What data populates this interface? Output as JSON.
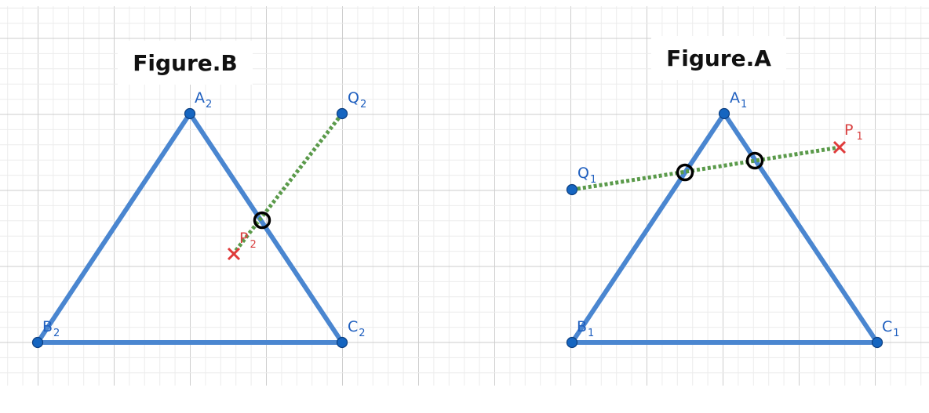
{
  "colors": {
    "triangle": "#4a86d0",
    "point_fill": "#1565c0",
    "point_label": "#1f5fbf",
    "segment": "#5a9a4a",
    "cross": "#e03a3a",
    "cross_label": "#d84040",
    "intersection": "#000000",
    "grid_minor": "#ececec",
    "grid_major": "#cdcdcd"
  },
  "figures": [
    {
      "id": "figure-b",
      "title": "Figure.B",
      "points": [
        {
          "name": "A",
          "sub": "2"
        },
        {
          "name": "B",
          "sub": "2"
        },
        {
          "name": "C",
          "sub": "2"
        },
        {
          "name": "Q",
          "sub": "2"
        }
      ],
      "cross": {
        "name": "P",
        "sub": "2"
      },
      "intersection_count": 1
    },
    {
      "id": "figure-a",
      "title": "Figure.A",
      "points": [
        {
          "name": "A",
          "sub": "1"
        },
        {
          "name": "B",
          "sub": "1"
        },
        {
          "name": "C",
          "sub": "1"
        },
        {
          "name": "Q",
          "sub": "1"
        }
      ],
      "cross": {
        "name": "P",
        "sub": "1"
      },
      "intersection_count": 2
    }
  ]
}
